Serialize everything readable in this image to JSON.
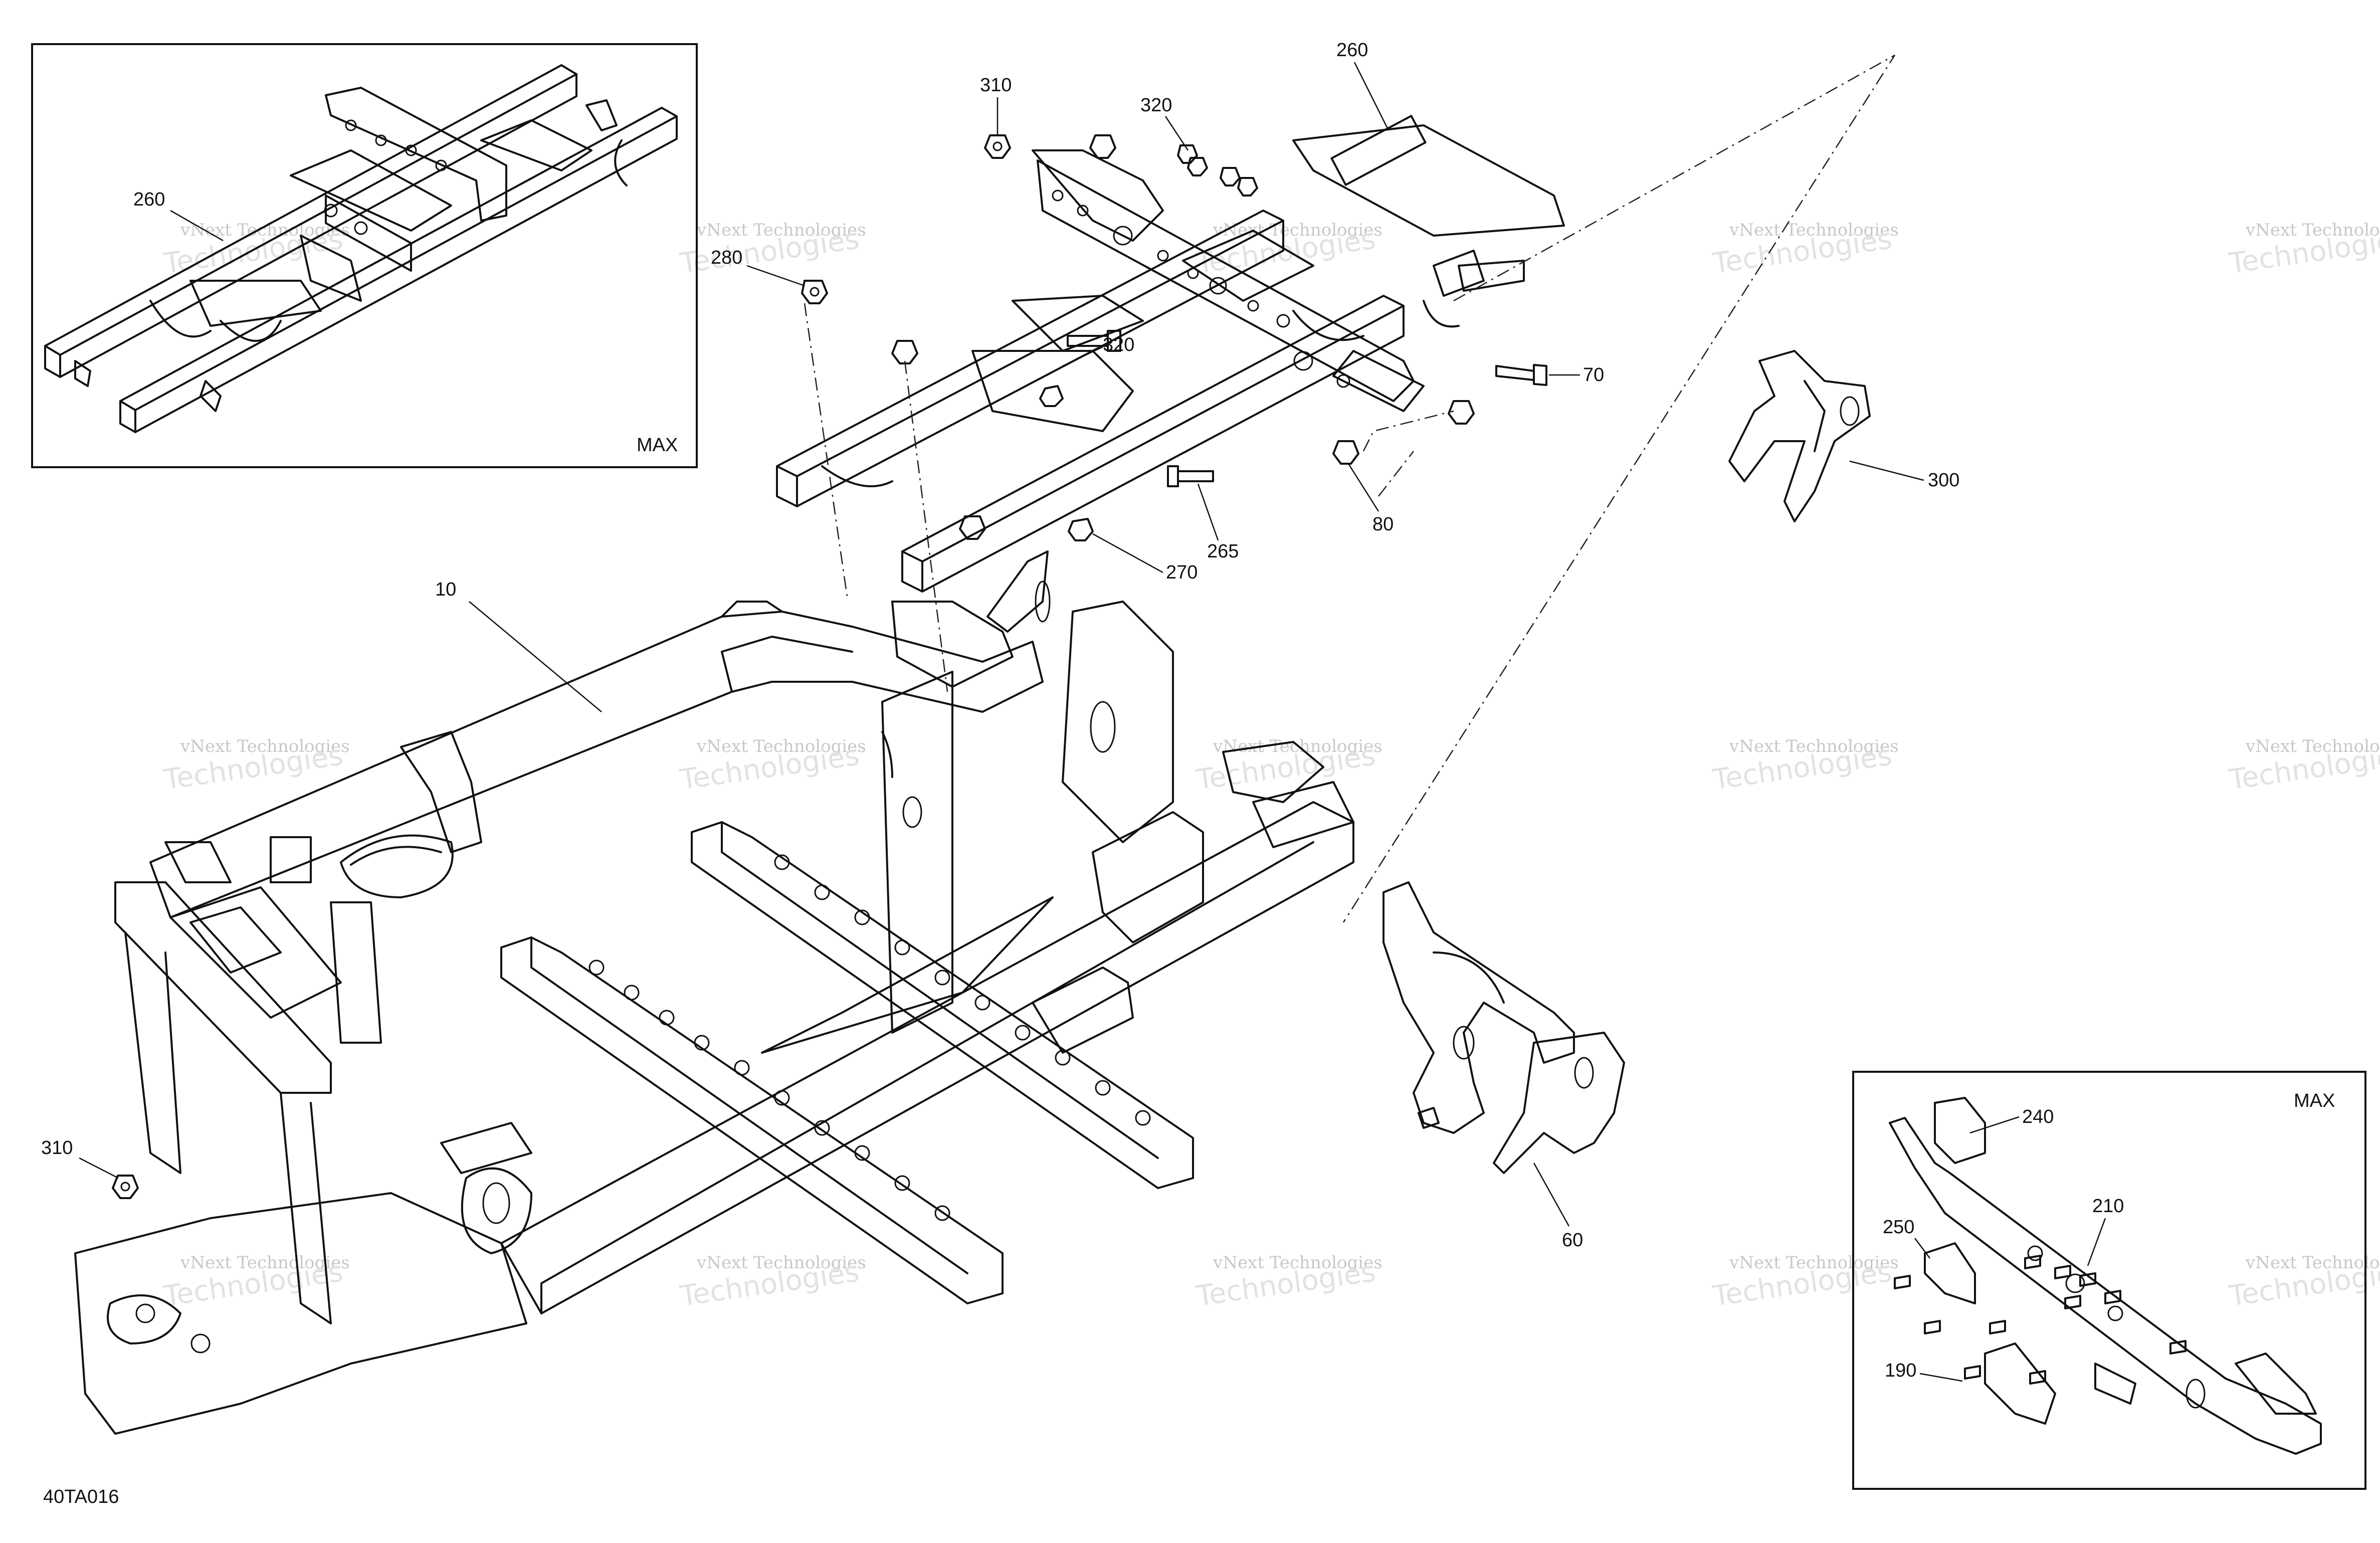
{
  "figure_code": "40TA016",
  "inset_labels": {
    "top_left": "MAX",
    "bottom_right": "MAX"
  },
  "callouts": {
    "c260_main": "260",
    "c260_inset": "260",
    "c310_top": "310",
    "c320_top": "320",
    "c280": "280",
    "c320_mid": "320",
    "c70": "70",
    "c80": "80",
    "c265": "265",
    "c270": "270",
    "c300": "300",
    "c10": "10",
    "c310_left": "310",
    "c60": "60",
    "c240": "240",
    "c250": "250",
    "c210": "210",
    "c190": "190"
  },
  "watermark": {
    "line1": "vNext Technologies",
    "line2": "vNext Technologies",
    "line3": "Technologies"
  }
}
